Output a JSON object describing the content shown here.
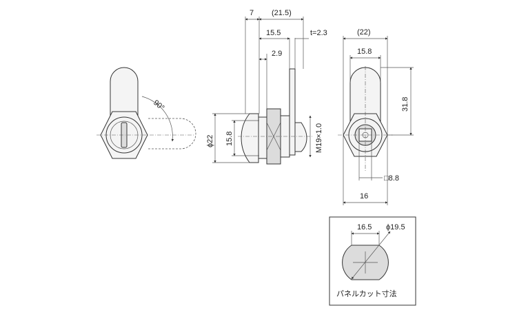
{
  "side_view": {
    "top_dims": [
      "7",
      "(21.5)",
      "15.5",
      "t=2.3",
      "2.9"
    ],
    "left_dims": [
      "ϕ22",
      "15.8"
    ],
    "thread": "M19×1.0"
  },
  "front_view": {
    "rotation": "90°"
  },
  "rear_view": {
    "top_dims": [
      "(22)",
      "15.8"
    ],
    "height_dim": "31.8",
    "square_dim": "□8.8",
    "width_dim": "16"
  },
  "panel_cut": {
    "width_dim": "16.5",
    "diameter_dim": "ϕ19.5",
    "caption": "パネルカット寸法"
  },
  "colors": {
    "line": "#333333",
    "fill": "#f4f4f4",
    "shade": "#dcdcdc"
  }
}
